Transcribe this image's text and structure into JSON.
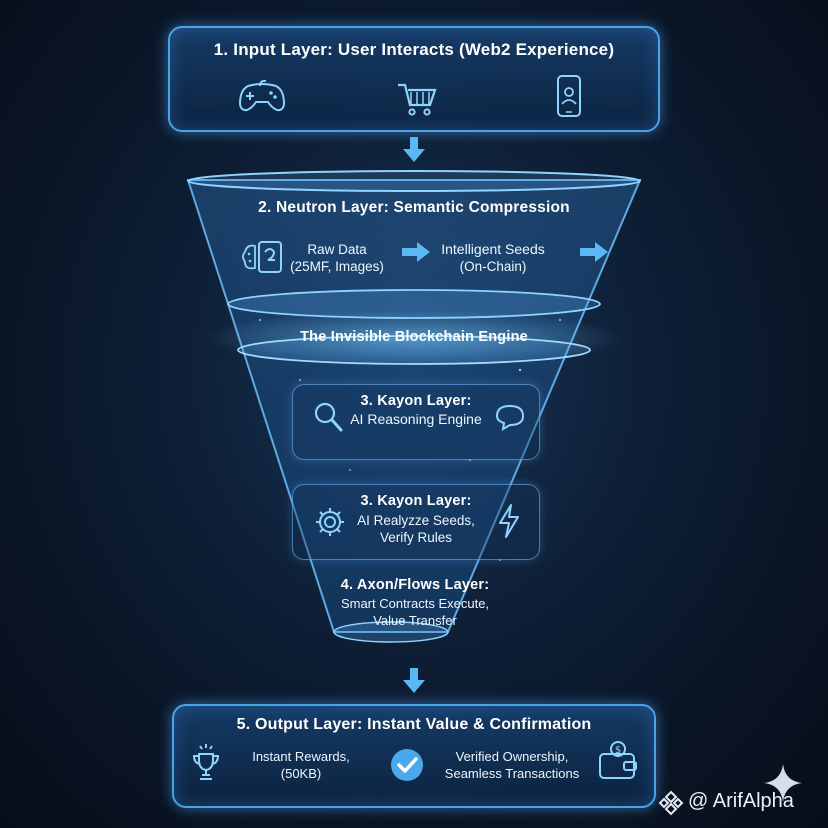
{
  "input_layer": {
    "title": "1. Input Layer: User Interacts (Web2 Experience)",
    "icons": [
      "gamepad-icon",
      "shopping-cart-icon",
      "mobile-phone-icon"
    ]
  },
  "neutron_layer": {
    "title": "2. Neutron Layer: Semantic Compression",
    "raw_data_line1": "Raw Data",
    "raw_data_line2": "(25MF, Images)",
    "seeds_line1": "Intelligent Seeds",
    "seeds_line2": "(On-Chain)",
    "icons": [
      "brain-document-icon",
      "arrow-right-icon",
      "arrow-right-icon"
    ]
  },
  "engine_label": "The Invisible Blockchain Engine",
  "kayon_reasoning": {
    "title": "3. Kayon Layer:",
    "subtitle": "AI Reasoning Engine",
    "icons": [
      "magnifier-icon",
      "chat-bubble-icon"
    ]
  },
  "kayon_analyze": {
    "title": "3. Kayon Layer:",
    "line1": "AI Realyzze Seeds,",
    "line2": "Verify Rules",
    "icons": [
      "gear-icon",
      "lightning-icon"
    ]
  },
  "axon_layer": {
    "title": "4. Axon/Flows Layer:",
    "line1": "Smart Contracts Execute,",
    "line2": "Value Transfer"
  },
  "output_layer": {
    "title": "5. Output Layer: Instant Value & Confirmation",
    "rewards_line1": "Instant Rewards,",
    "rewards_line2": "(50KB)",
    "ownership_line1": "Verified Ownership,",
    "ownership_line2": "Seamless Transactions",
    "icons": [
      "trophy-icon",
      "checkmark-icon",
      "wallet-icon"
    ]
  },
  "watermark": {
    "text": "@ ArifAlpha",
    "icons": [
      "binance-logo-icon",
      "sparkle-icon"
    ]
  },
  "colors": {
    "accent": "#4aa3e6",
    "arrow": "#5ab8f5",
    "background": "#0d1d33",
    "text": "#ffffff"
  }
}
